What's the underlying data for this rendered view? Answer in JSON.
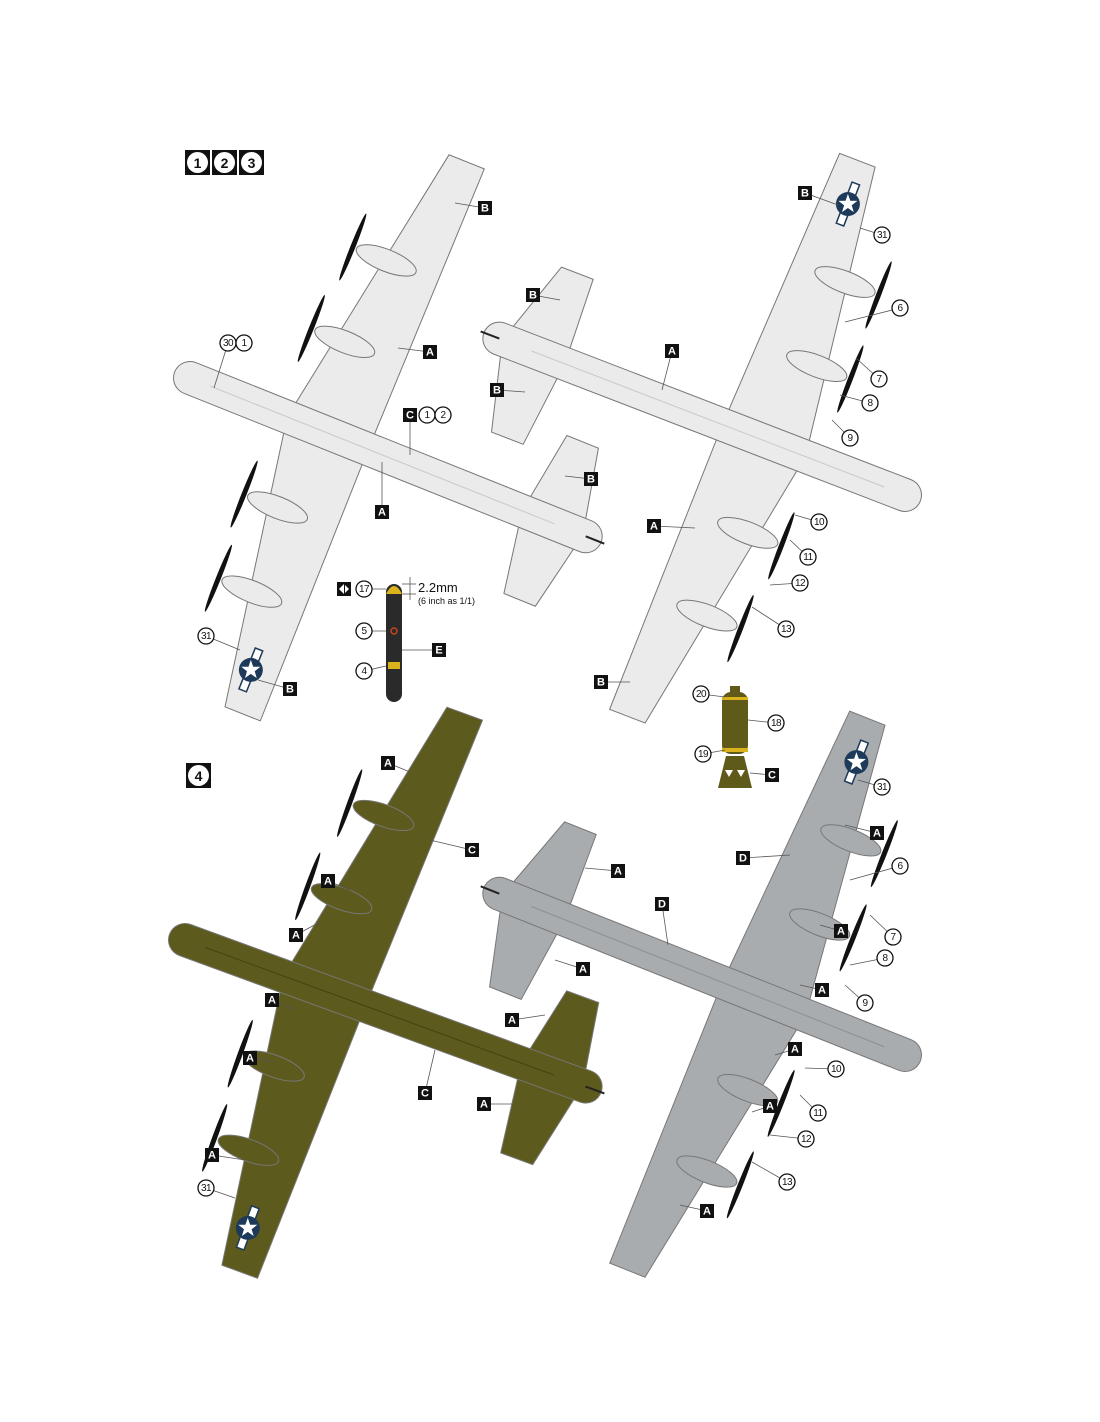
{
  "colors": {
    "natural_metal_light": "#ebebeb",
    "natural_metal_panel": "#c9c9c9",
    "olive_drab": "#5c5a1c",
    "neutral_gray": "#a9acaf",
    "insignia_blue": "#1e3a5a",
    "outline": "#777777",
    "bomb_black": "#2a2a2a",
    "bomb_yellow": "#d9b21c",
    "bomb_olive": "#5f5a1a"
  },
  "badges": {
    "top_scheme": [
      "1",
      "2",
      "3"
    ],
    "bottom_scheme": [
      "4"
    ]
  },
  "aircraft_1_underside": {
    "callouts": [
      "B",
      "A",
      "30",
      "1",
      "C",
      "1",
      "2",
      "A",
      "31",
      "B"
    ]
  },
  "small_bomb": {
    "callouts": [
      "17",
      "5",
      "E",
      "4"
    ],
    "dimension": "2.2mm",
    "dimension_note": "(6 inch as 1/1)"
  },
  "aircraft_2_upper": {
    "callouts": [
      "B",
      "31",
      "B",
      "A",
      "6",
      "7",
      "B",
      "8",
      "9",
      "B",
      "A",
      "10",
      "11",
      "12",
      "13",
      "B"
    ]
  },
  "large_bomb": {
    "callouts": [
      "20",
      "18",
      "19",
      "C"
    ]
  },
  "aircraft_3_olive_underside": {
    "callouts": [
      "A",
      "C",
      "A",
      "A",
      "A",
      "A",
      "A",
      "C",
      "A",
      "A",
      "31"
    ]
  },
  "aircraft_4_gray_upper": {
    "callouts": [
      "31",
      "A",
      "D",
      "A",
      "D",
      "6",
      "A",
      "7",
      "8",
      "A",
      "A",
      "9",
      "A",
      "10",
      "A",
      "11",
      "12",
      "13",
      "A"
    ]
  }
}
